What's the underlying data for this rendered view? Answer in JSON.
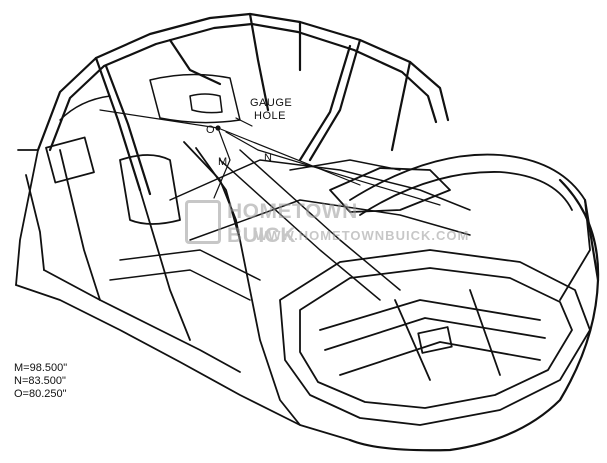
{
  "diagram": {
    "gauge_label_line1": "GAUGE",
    "gauge_label_line2": "HOLE",
    "point_o": "O",
    "point_m": "M",
    "point_n": "N"
  },
  "measurements": [
    "M=98.500\"",
    "N=83.500\"",
    "O=80.250\""
  ],
  "watermark": {
    "brand": "HOMETOWN BUICK",
    "url": "WWW.HOMETOWNBUICK.COM"
  },
  "colors": {
    "ink": "#111111",
    "paper": "#ffffff",
    "watermark": "#9a9a9a"
  }
}
